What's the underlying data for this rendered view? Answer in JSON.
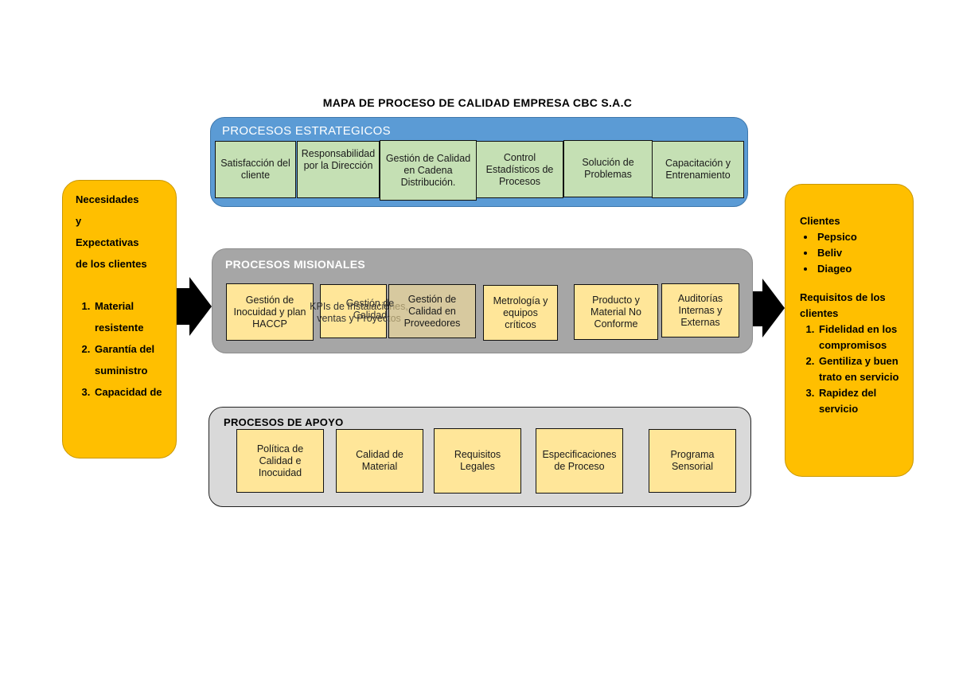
{
  "title": "MAPA DE PROCESO DE CALIDAD EMPRESA CBC S.A.C",
  "left_panel": {
    "heading_lines": [
      "Necesidades",
      "y",
      "Expectativas",
      "de los clientes"
    ],
    "items": [
      "Material resistente",
      "Garantía del suministro",
      "Capacidad de"
    ]
  },
  "right_panel": {
    "clients_heading": "Clientes",
    "clients": [
      "Pepsico",
      "Beliv",
      "Diageo"
    ],
    "requirements_heading": "Requisitos de los clientes",
    "requirements": [
      "Fidelidad en los compromisos",
      "Gentiliza y buen trato en servicio",
      "Rapidez del servicio"
    ]
  },
  "estrategicos": {
    "label": "PROCESOS ESTRATEGICOS",
    "boxes": [
      "Satisfacción del cliente",
      "Responsabilidad por la Dirección",
      "Gestión de Calidad en Cadena Distribución.",
      "Control Estadísticos de Procesos",
      "Solución de Problemas",
      "Capacitación y Entrenamiento"
    ]
  },
  "misionales": {
    "label": "PROCESOS MISIONALES",
    "boxes": [
      "Gestión de Inocuidad y plan HACCP",
      "Gestión de Calidad en Proveedores",
      "Metrología y equipos críticos",
      "Producto y Material No Conforme",
      "Auditorías Internas y Externas"
    ],
    "overlap_a": "KPIs de Instalaciones, ventas y Proyectos",
    "overlap_b": "Gestión de Calidad"
  },
  "apoyo": {
    "label": "PROCESOS DE APOYO",
    "boxes": [
      "Política de Calidad e Inocuidad",
      "Calidad de Material",
      "Requisitos Legales",
      "Especificaciones de Proceso",
      "Programa Sensorial"
    ]
  },
  "colors": {
    "panel_yellow": "#ffbf00",
    "estrategicos_blue": "#5b9bd5",
    "misionales_gray": "#a6a6a6",
    "apoyo_gray": "#d9d9d9",
    "box_green": "#c5e0b4",
    "box_yellow": "#ffe699"
  }
}
